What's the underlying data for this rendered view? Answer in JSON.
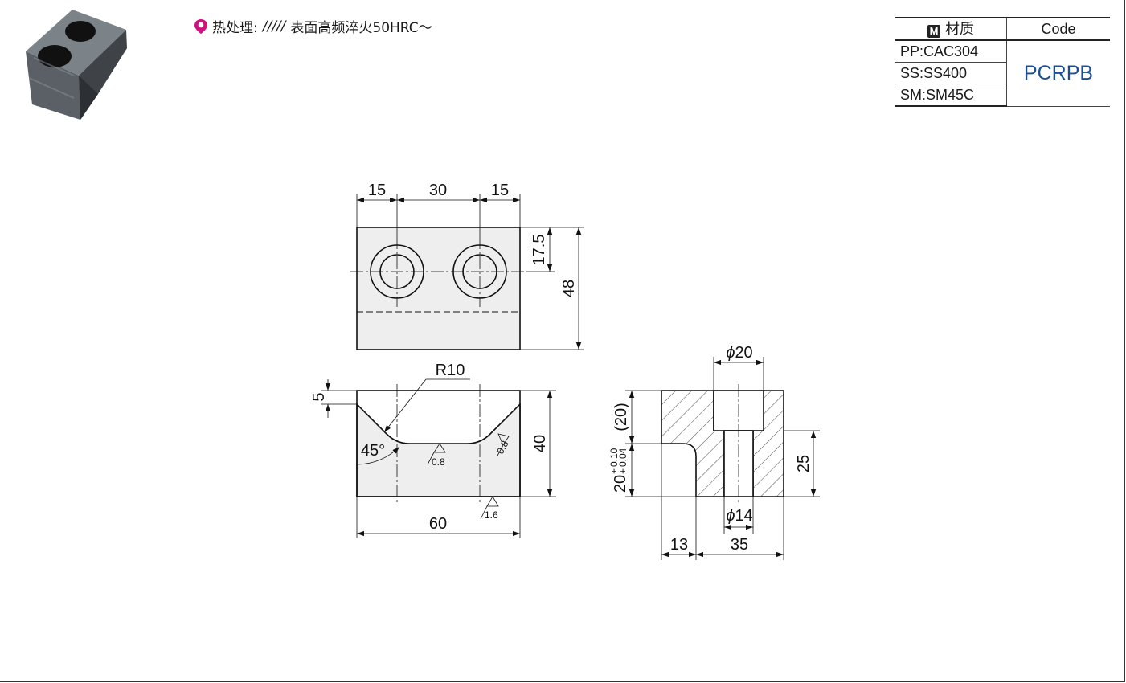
{
  "heat_treatment": {
    "label": "热处理:",
    "marks": "/////",
    "text": "表面高频淬火50HRC～"
  },
  "material_table": {
    "header_material": "材质",
    "header_badge": "M",
    "header_code": "Code",
    "rows": [
      "PP:CAC304",
      "SS:SS400",
      "SM:SM45C"
    ],
    "code": "PCRPB"
  },
  "dims": {
    "top_a": "15",
    "top_b": "30",
    "top_c": "15",
    "right_175": "17.5",
    "right_48": "48",
    "radius": "R10",
    "left_5": "5",
    "angle": "45°",
    "front_40": "40",
    "width_60": "60",
    "rough_a": "0.8",
    "rough_b": "0.8",
    "rough_c": "1.6",
    "phi20": "20",
    "phi14": "14",
    "paren20": "(20)",
    "tol_base": "20",
    "tol_upper": "0.10",
    "tol_lower": "0.04",
    "tol_upper_sign": "+",
    "tol_lower_sign": "+",
    "side_25": "25",
    "bottom_13": "13",
    "bottom_35": "35",
    "phi_symbol": "ϕ"
  },
  "colors": {
    "part_fill": "#eeeeee",
    "line": "#111111",
    "code_blue": "#1b4f93",
    "pin_magenta": "#d0127e"
  }
}
